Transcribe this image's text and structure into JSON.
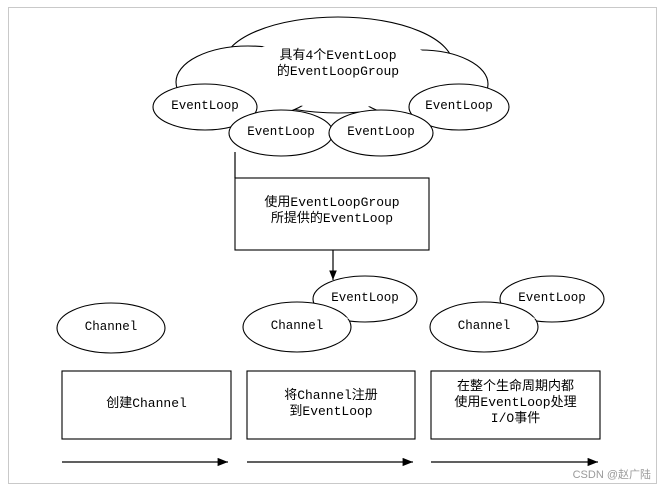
{
  "diagram": {
    "title_alt": "EventLoopGroup / EventLoop / Channel relationship diagram",
    "cloud": {
      "label": "具有4个EventLoop\n的EventLoopGroup"
    },
    "event_loops": [
      {
        "label": "EventLoop"
      },
      {
        "label": "EventLoop"
      },
      {
        "label": "EventLoop"
      },
      {
        "label": "EventLoop"
      }
    ],
    "middle_box": {
      "label": "使用EventLoopGroup\n所提供的EventLoop"
    },
    "channels": [
      {
        "label": "Channel"
      },
      {
        "label": "Channel"
      },
      {
        "label": "Channel"
      }
    ],
    "bound_event_loops": [
      {
        "label": "EventLoop"
      },
      {
        "label": "EventLoop"
      }
    ],
    "bottom_boxes": [
      {
        "label": "创建Channel"
      },
      {
        "label": "将Channel注册\n到EventLoop"
      },
      {
        "label": "在整个生命周期内都\n使用EventLoop处理\nI/O事件"
      }
    ],
    "colors": {
      "stroke": "#000000",
      "fill": "#ffffff",
      "frame": "#c9c9c9",
      "watermark": "#9a9a9a"
    }
  },
  "watermark": {
    "text": "CSDN @赵广陆"
  }
}
